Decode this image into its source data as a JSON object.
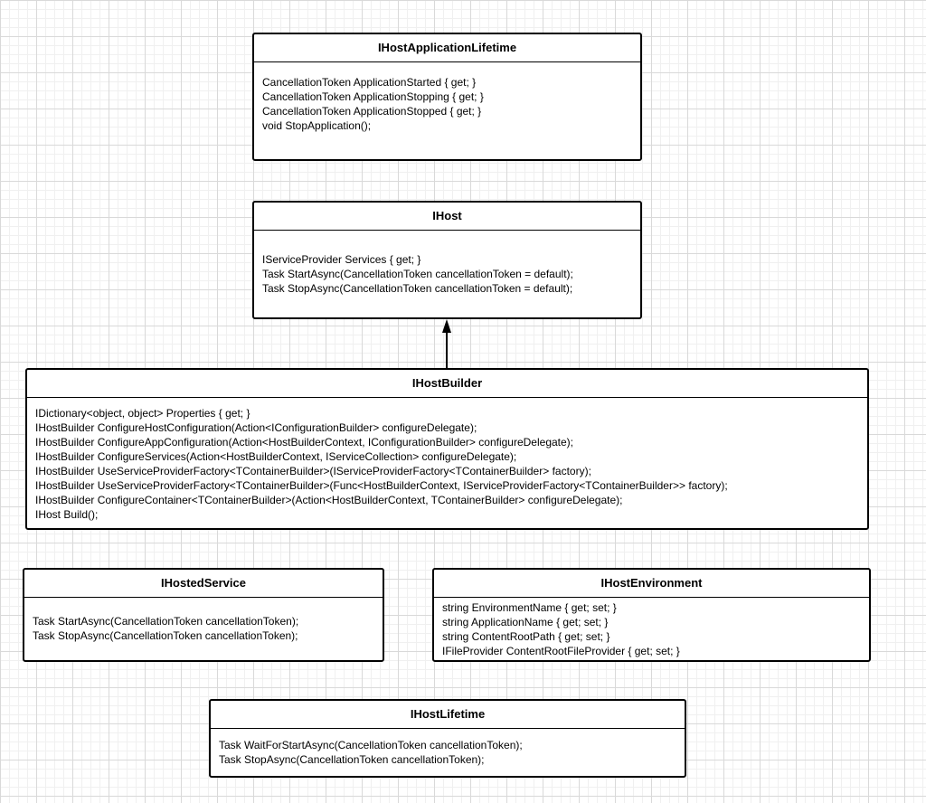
{
  "classes": {
    "lifetime": {
      "name": "IHostApplicationLifetime",
      "members": [
        "CancellationToken ApplicationStarted { get; }",
        "CancellationToken ApplicationStopping { get; }",
        "CancellationToken ApplicationStopped { get; }",
        "void StopApplication();"
      ]
    },
    "host": {
      "name": "IHost",
      "members": [
        "IServiceProvider Services { get; }",
        "Task StartAsync(CancellationToken cancellationToken = default);",
        "Task StopAsync(CancellationToken cancellationToken = default);"
      ]
    },
    "builder": {
      "name": "IHostBuilder",
      "members": [
        "IDictionary<object, object> Properties { get; }",
        "IHostBuilder ConfigureHostConfiguration(Action<IConfigurationBuilder> configureDelegate);",
        "IHostBuilder ConfigureAppConfiguration(Action<HostBuilderContext, IConfigurationBuilder> configureDelegate);",
        "IHostBuilder ConfigureServices(Action<HostBuilderContext, IServiceCollection> configureDelegate);",
        "IHostBuilder UseServiceProviderFactory<TContainerBuilder>(IServiceProviderFactory<TContainerBuilder> factory);",
        "IHostBuilder UseServiceProviderFactory<TContainerBuilder>(Func<HostBuilderContext, IServiceProviderFactory<TContainerBuilder>> factory);",
        "IHostBuilder ConfigureContainer<TContainerBuilder>(Action<HostBuilderContext, TContainerBuilder> configureDelegate);",
        "IHost Build();"
      ]
    },
    "hosted": {
      "name": "IHostedService",
      "members": [
        "Task StartAsync(CancellationToken cancellationToken);",
        "Task StopAsync(CancellationToken cancellationToken);"
      ]
    },
    "environment": {
      "name": "IHostEnvironment",
      "members": [
        "string EnvironmentName { get; set; }",
        "string ApplicationName { get; set; }",
        "string ContentRootPath { get; set; }",
        "IFileProvider ContentRootFileProvider { get; set; }"
      ]
    },
    "hostlifetime": {
      "name": "IHostLifetime",
      "members": [
        "Task WaitForStartAsync(CancellationToken cancellationToken);",
        "Task StopAsync(CancellationToken cancellationToken);"
      ]
    }
  }
}
